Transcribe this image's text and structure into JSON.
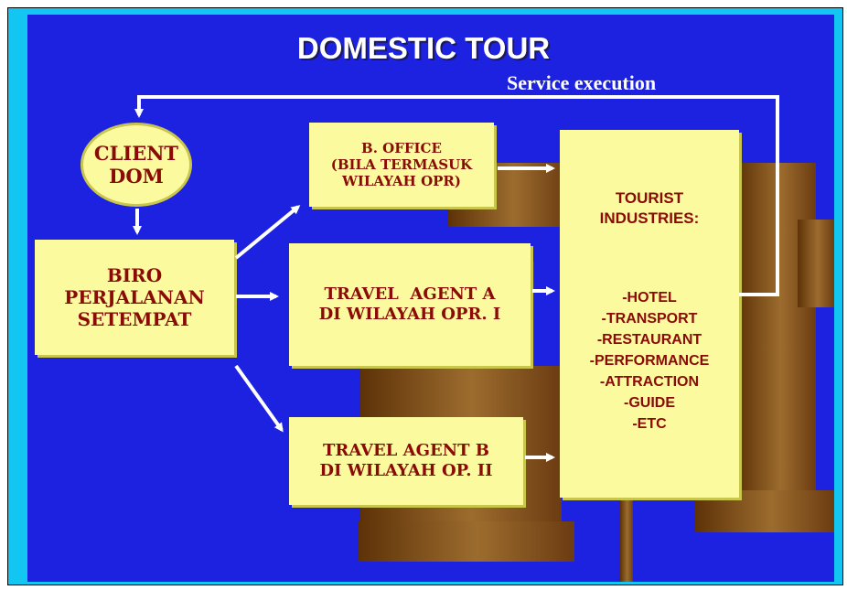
{
  "title": "DOMESTIC TOUR",
  "service_label": "Service execution",
  "client": {
    "line1": "CLIENT",
    "line2": "DOM"
  },
  "biro": {
    "line1": "BIRO",
    "line2": "PERJALANAN",
    "line3": "SETEMPAT"
  },
  "branch": {
    "line1": "B. OFFICE",
    "line2": "(BILA TERMASUK",
    "line3": "WILAYAH OPR)"
  },
  "agent_a": {
    "line1": "TRAVEL  AGENT A",
    "line2": "DI WILAYAH OPR. I"
  },
  "agent_b": {
    "line1": "TRAVEL AGENT B",
    "line2": "DI WILAYAH OP. II"
  },
  "industries": {
    "heading1": "TOURIST",
    "heading2": "INDUSTRIES:",
    "items": [
      "-HOTEL",
      "-TRANSPORT",
      "-RESTAURANT",
      "-PERFORMANCE",
      "-ATTRACTION",
      "-GUIDE",
      "-ETC"
    ]
  },
  "colors": {
    "background": "#1c22df",
    "frame": "#13c6f2",
    "box": "#fbfa9f",
    "text": "#8a0a06",
    "arrow": "#ffffff"
  }
}
